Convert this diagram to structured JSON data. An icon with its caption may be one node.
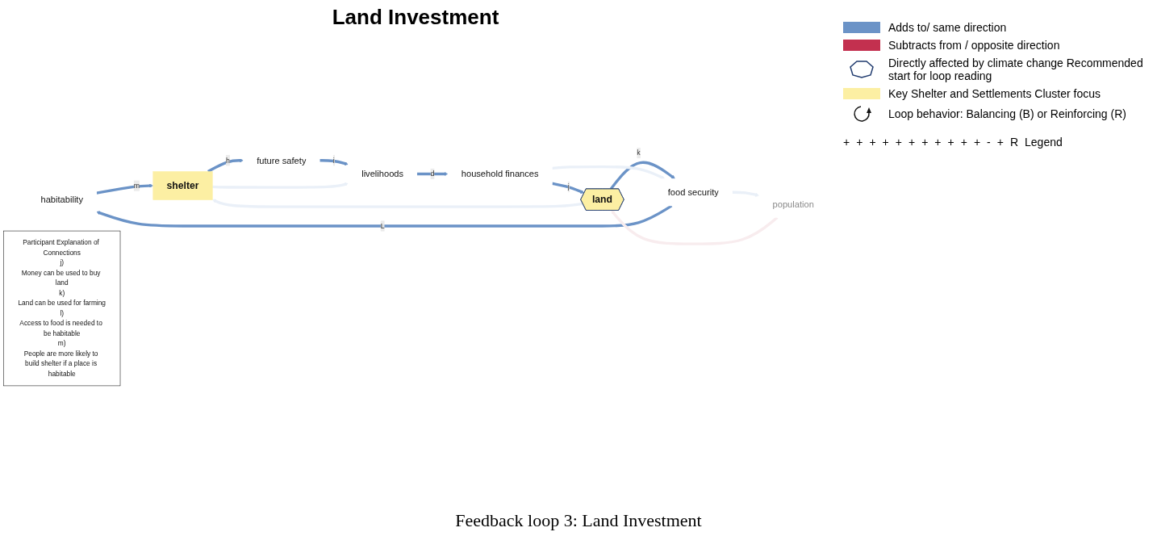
{
  "diagram": {
    "title": "Land Investment",
    "caption": "Feedback loop 3: Land Investment",
    "nodes": [
      {
        "text": [
          "habitability"
        ]
      },
      {
        "text": [
          "shelter"
        ]
      },
      {
        "text": [
          "land"
        ]
      },
      {
        "text": [
          "future safety"
        ]
      },
      {
        "text": [
          "population"
        ]
      },
      {
        "text": [
          "livelihoods"
        ]
      },
      {
        "text": [
          "food security"
        ]
      },
      {
        "text": [
          "household finances"
        ]
      },
      {
        "text": [
          "Participant Explanation of Connections",
          "j)",
          "Money can be used to buy land",
          "k)",
          "Land can be used for farming",
          "l)",
          "Access to food is needed to be habitable",
          "m)",
          "People are more likely to build shelter if a place is habitable"
        ]
      }
    ],
    "edges": [
      {
        "from": 0,
        "to": 1,
        "arrow": "to",
        "label": "m"
      },
      {
        "from": 1,
        "to": 3,
        "arrow": "to",
        "label": "h"
      },
      {
        "from": 3,
        "to": 5,
        "arrow": "to",
        "label": "i"
      },
      {
        "from": 7,
        "to": 2,
        "arrow": "to",
        "label": "j"
      },
      {
        "from": 2,
        "to": 6,
        "arrow": "to",
        "label": "k"
      },
      {
        "from": 5,
        "to": 7,
        "arrow": "to",
        "label": "d"
      },
      {
        "from": 6,
        "to": 0,
        "arrow": "to",
        "label": "L"
      },
      {
        "from": 2,
        "to": 1,
        "arrow": "to",
        "color": "#eaf0f8"
      },
      {
        "from": 1,
        "to": 5,
        "arrow": "to",
        "color": "#eaf0f8"
      },
      {
        "from": 6,
        "to": 4,
        "arrow": "to",
        "color": "#eaf0f8"
      },
      {
        "from": 4,
        "to": 2,
        "arrow": "to",
        "color": "#f8ecee"
      },
      {
        "from": 7,
        "to": 6,
        "arrow": "to",
        "color": "#eaf0f8"
      }
    ],
    "labels": [
      "+",
      "+",
      "+",
      "+",
      "+",
      "+",
      "+",
      "+",
      "+",
      "+",
      "+",
      "-",
      "+",
      "R",
      "Legend"
    ],
    "legend": [
      {
        "text": "Adds to/ same direction",
        "color": "#6b93c7"
      },
      {
        "text": "Subtracts from / opposite direction",
        "color": "#c3304f"
      },
      {
        "text": "Directly affected by climate change Recommended start for loop reading"
      },
      {
        "text": "Key Shelter and Settlements Cluster focus",
        "color": "#fcefa3"
      },
      {
        "text": "Loop behavior: Balancing (B) or Reinforcing (R)"
      }
    ]
  }
}
